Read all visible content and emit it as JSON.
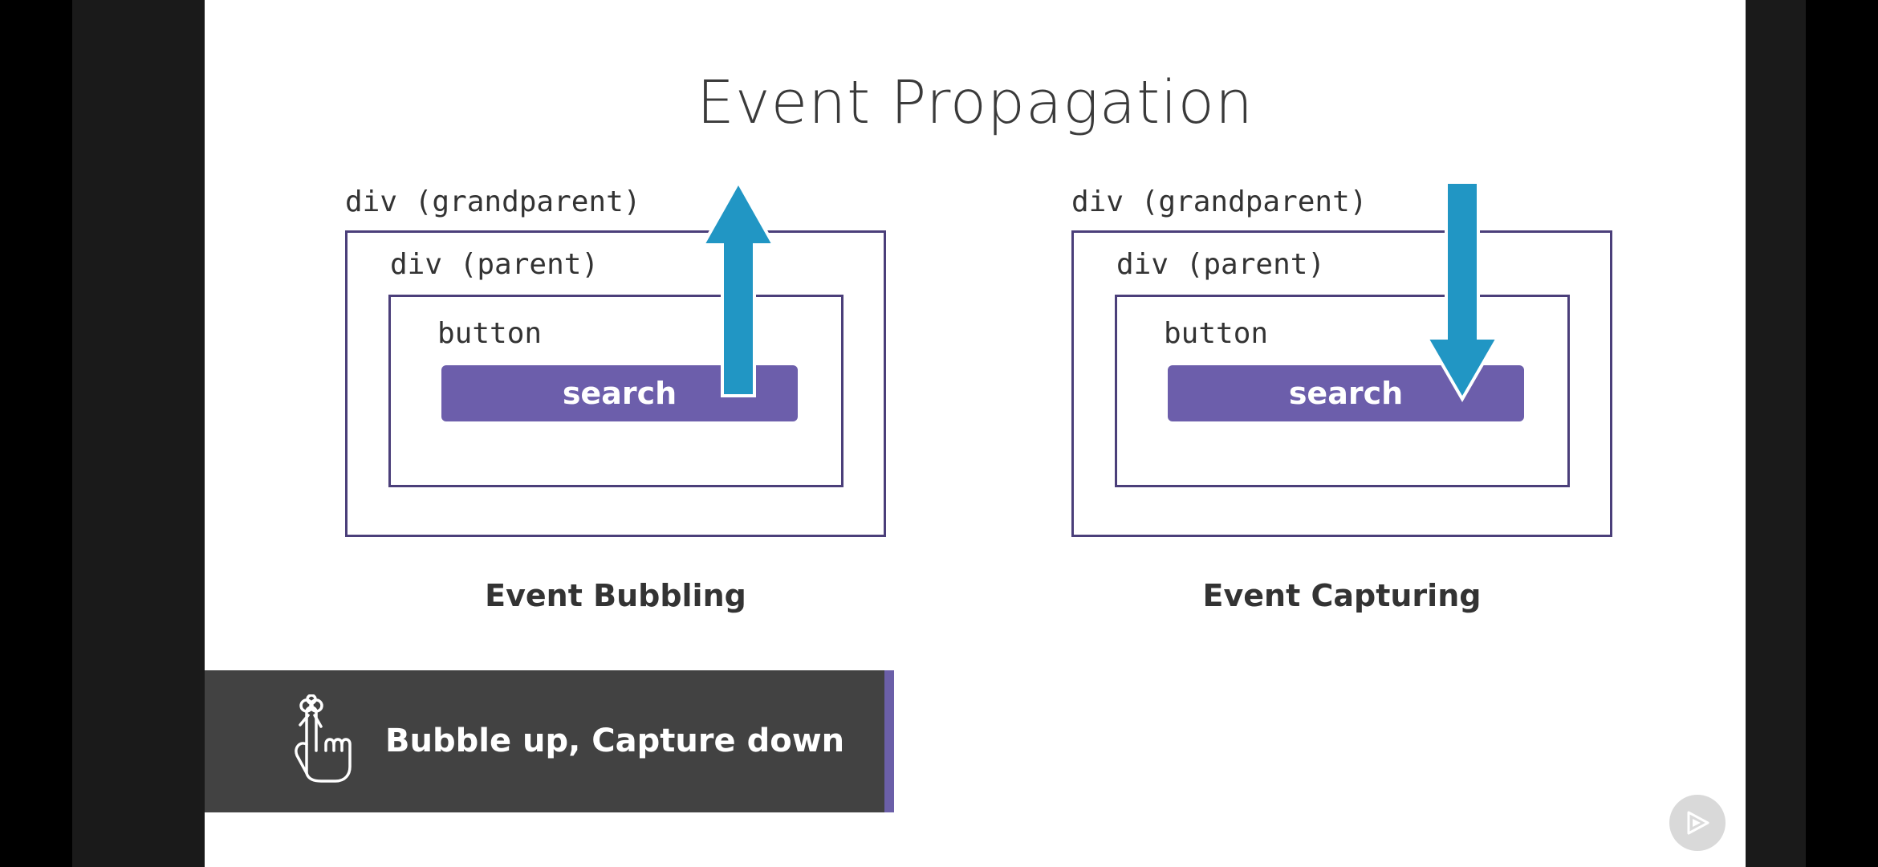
{
  "slide": {
    "title": "Event Propagation"
  },
  "diagrams": [
    {
      "grandparent_label": "div (grandparent)",
      "parent_label": "div (parent)",
      "button_label": "button",
      "button_text": "search",
      "arrow_direction": "up",
      "caption": "Event Bubbling"
    },
    {
      "grandparent_label": "div (grandparent)",
      "parent_label": "div (parent)",
      "button_label": "button",
      "button_text": "search",
      "arrow_direction": "down",
      "caption": "Event Capturing"
    }
  ],
  "tip": {
    "icon": "finger-string-reminder-icon",
    "text": "Bubble up, Capture down"
  },
  "controls": {
    "play_icon": "play-icon"
  },
  "colors": {
    "arrow": "#2196c4",
    "button": "#6c5eab",
    "box_border": "#4b3f7a",
    "banner": "#424242",
    "banner_accent": "#6b5fa8"
  }
}
